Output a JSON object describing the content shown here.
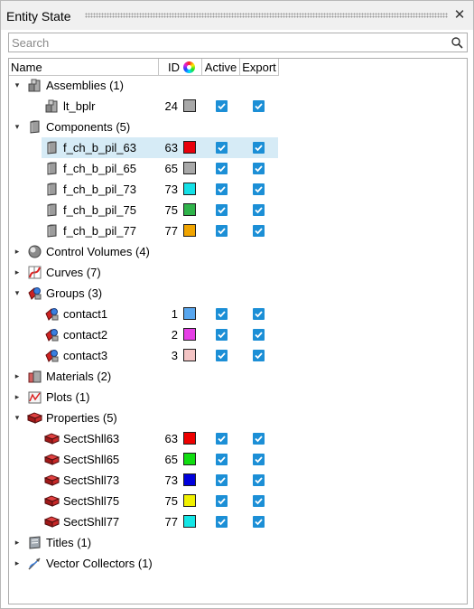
{
  "panel": {
    "title": "Entity State"
  },
  "search": {
    "placeholder": "Search"
  },
  "columns": {
    "name": "Name",
    "id": "ID",
    "active": "Active",
    "export": "Export"
  },
  "tree": [
    {
      "type": "group",
      "label": "Assemblies (1)",
      "expanded": true,
      "icon": "assembly-icon"
    },
    {
      "type": "item",
      "label": "lt_bplr",
      "id": "24",
      "color": "#a8a8a8",
      "icon": "assembly-icon",
      "active": true,
      "export": true
    },
    {
      "type": "group",
      "label": "Components (5)",
      "expanded": true,
      "icon": "component-icon"
    },
    {
      "type": "item",
      "label": "f_ch_b_pil_63",
      "id": "63",
      "color": "#e8000b",
      "icon": "component-icon",
      "active": true,
      "export": true,
      "selected": true
    },
    {
      "type": "item",
      "label": "f_ch_b_pil_65",
      "id": "65",
      "color": "#a8a8a8",
      "icon": "component-icon",
      "active": true,
      "export": true
    },
    {
      "type": "item",
      "label": "f_ch_b_pil_73",
      "id": "73",
      "color": "#14e0e6",
      "icon": "component-icon",
      "active": true,
      "export": true
    },
    {
      "type": "item",
      "label": "f_ch_b_pil_75",
      "id": "75",
      "color": "#2fb34a",
      "icon": "component-icon",
      "active": true,
      "export": true
    },
    {
      "type": "item",
      "label": "f_ch_b_pil_77",
      "id": "77",
      "color": "#f0a400",
      "icon": "component-icon",
      "active": true,
      "export": true
    },
    {
      "type": "group",
      "label": "Control Volumes (4)",
      "expanded": false,
      "icon": "control-volume-icon"
    },
    {
      "type": "group",
      "label": "Curves (7)",
      "expanded": false,
      "icon": "curve-icon"
    },
    {
      "type": "group",
      "label": "Groups (3)",
      "expanded": true,
      "icon": "contact-group-icon"
    },
    {
      "type": "item",
      "label": "contact1",
      "id": "1",
      "color": "#58a6ee",
      "icon": "contact-group-icon",
      "active": true,
      "export": true
    },
    {
      "type": "item",
      "label": "contact2",
      "id": "2",
      "color": "#e63fe6",
      "icon": "contact-group-icon",
      "active": true,
      "export": true
    },
    {
      "type": "item",
      "label": "contact3",
      "id": "3",
      "color": "#f4c4c4",
      "icon": "contact-group-icon",
      "active": true,
      "export": true
    },
    {
      "type": "group",
      "label": "Materials (2)",
      "expanded": false,
      "icon": "material-icon"
    },
    {
      "type": "group",
      "label": "Plots (1)",
      "expanded": false,
      "icon": "plot-icon"
    },
    {
      "type": "group",
      "label": "Properties (5)",
      "expanded": true,
      "icon": "property-icon"
    },
    {
      "type": "item",
      "label": "SectShll63",
      "id": "63",
      "color": "#ee0000",
      "icon": "property-icon",
      "active": true,
      "export": true
    },
    {
      "type": "item",
      "label": "SectShll65",
      "id": "65",
      "color": "#11dd11",
      "icon": "property-icon",
      "active": true,
      "export": true
    },
    {
      "type": "item",
      "label": "SectShll73",
      "id": "73",
      "color": "#0000dd",
      "icon": "property-icon",
      "active": true,
      "export": true
    },
    {
      "type": "item",
      "label": "SectShll75",
      "id": "75",
      "color": "#f0f000",
      "icon": "property-icon",
      "active": true,
      "export": true
    },
    {
      "type": "item",
      "label": "SectShll77",
      "id": "77",
      "color": "#14e6e6",
      "icon": "property-icon",
      "active": true,
      "export": true
    },
    {
      "type": "group",
      "label": "Titles (1)",
      "expanded": false,
      "icon": "title-icon"
    },
    {
      "type": "group",
      "label": "Vector Collectors (1)",
      "expanded": false,
      "icon": "vector-collector-icon"
    }
  ]
}
